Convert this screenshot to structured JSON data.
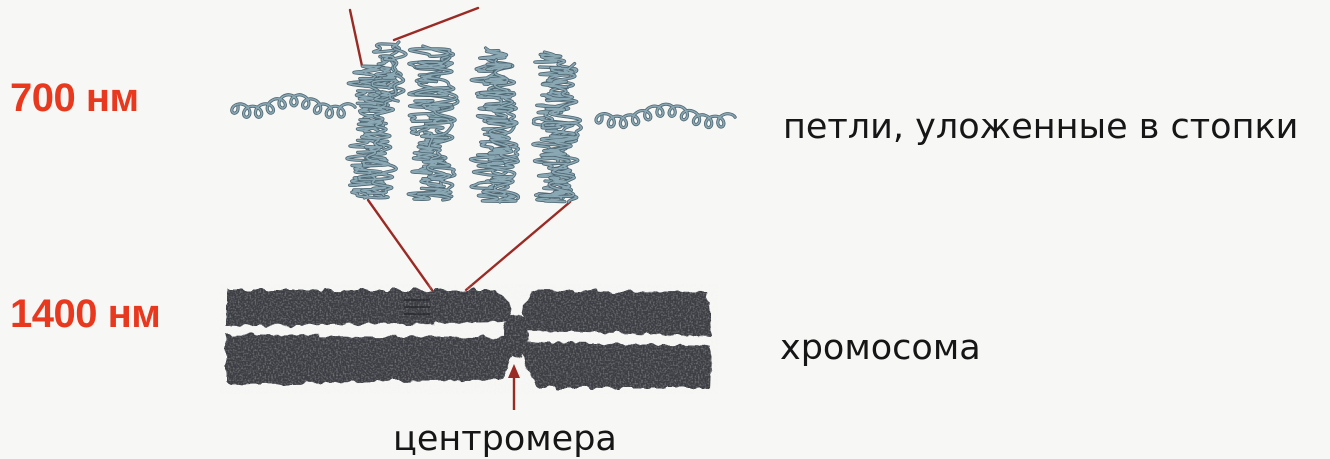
{
  "labels": {
    "scale_700": "700 нм",
    "scale_1400": "1400 нм",
    "loops": "петли, уложенные в стопки",
    "chromosome": "хромосома",
    "centromere": "центромера"
  },
  "colors": {
    "background": "#f7f7f5",
    "scale_label": "#e8391f",
    "pointer_line": "#9a2a24",
    "chromatin_fiber": "#8aa8b4",
    "chromosome": "#3b3c42"
  }
}
